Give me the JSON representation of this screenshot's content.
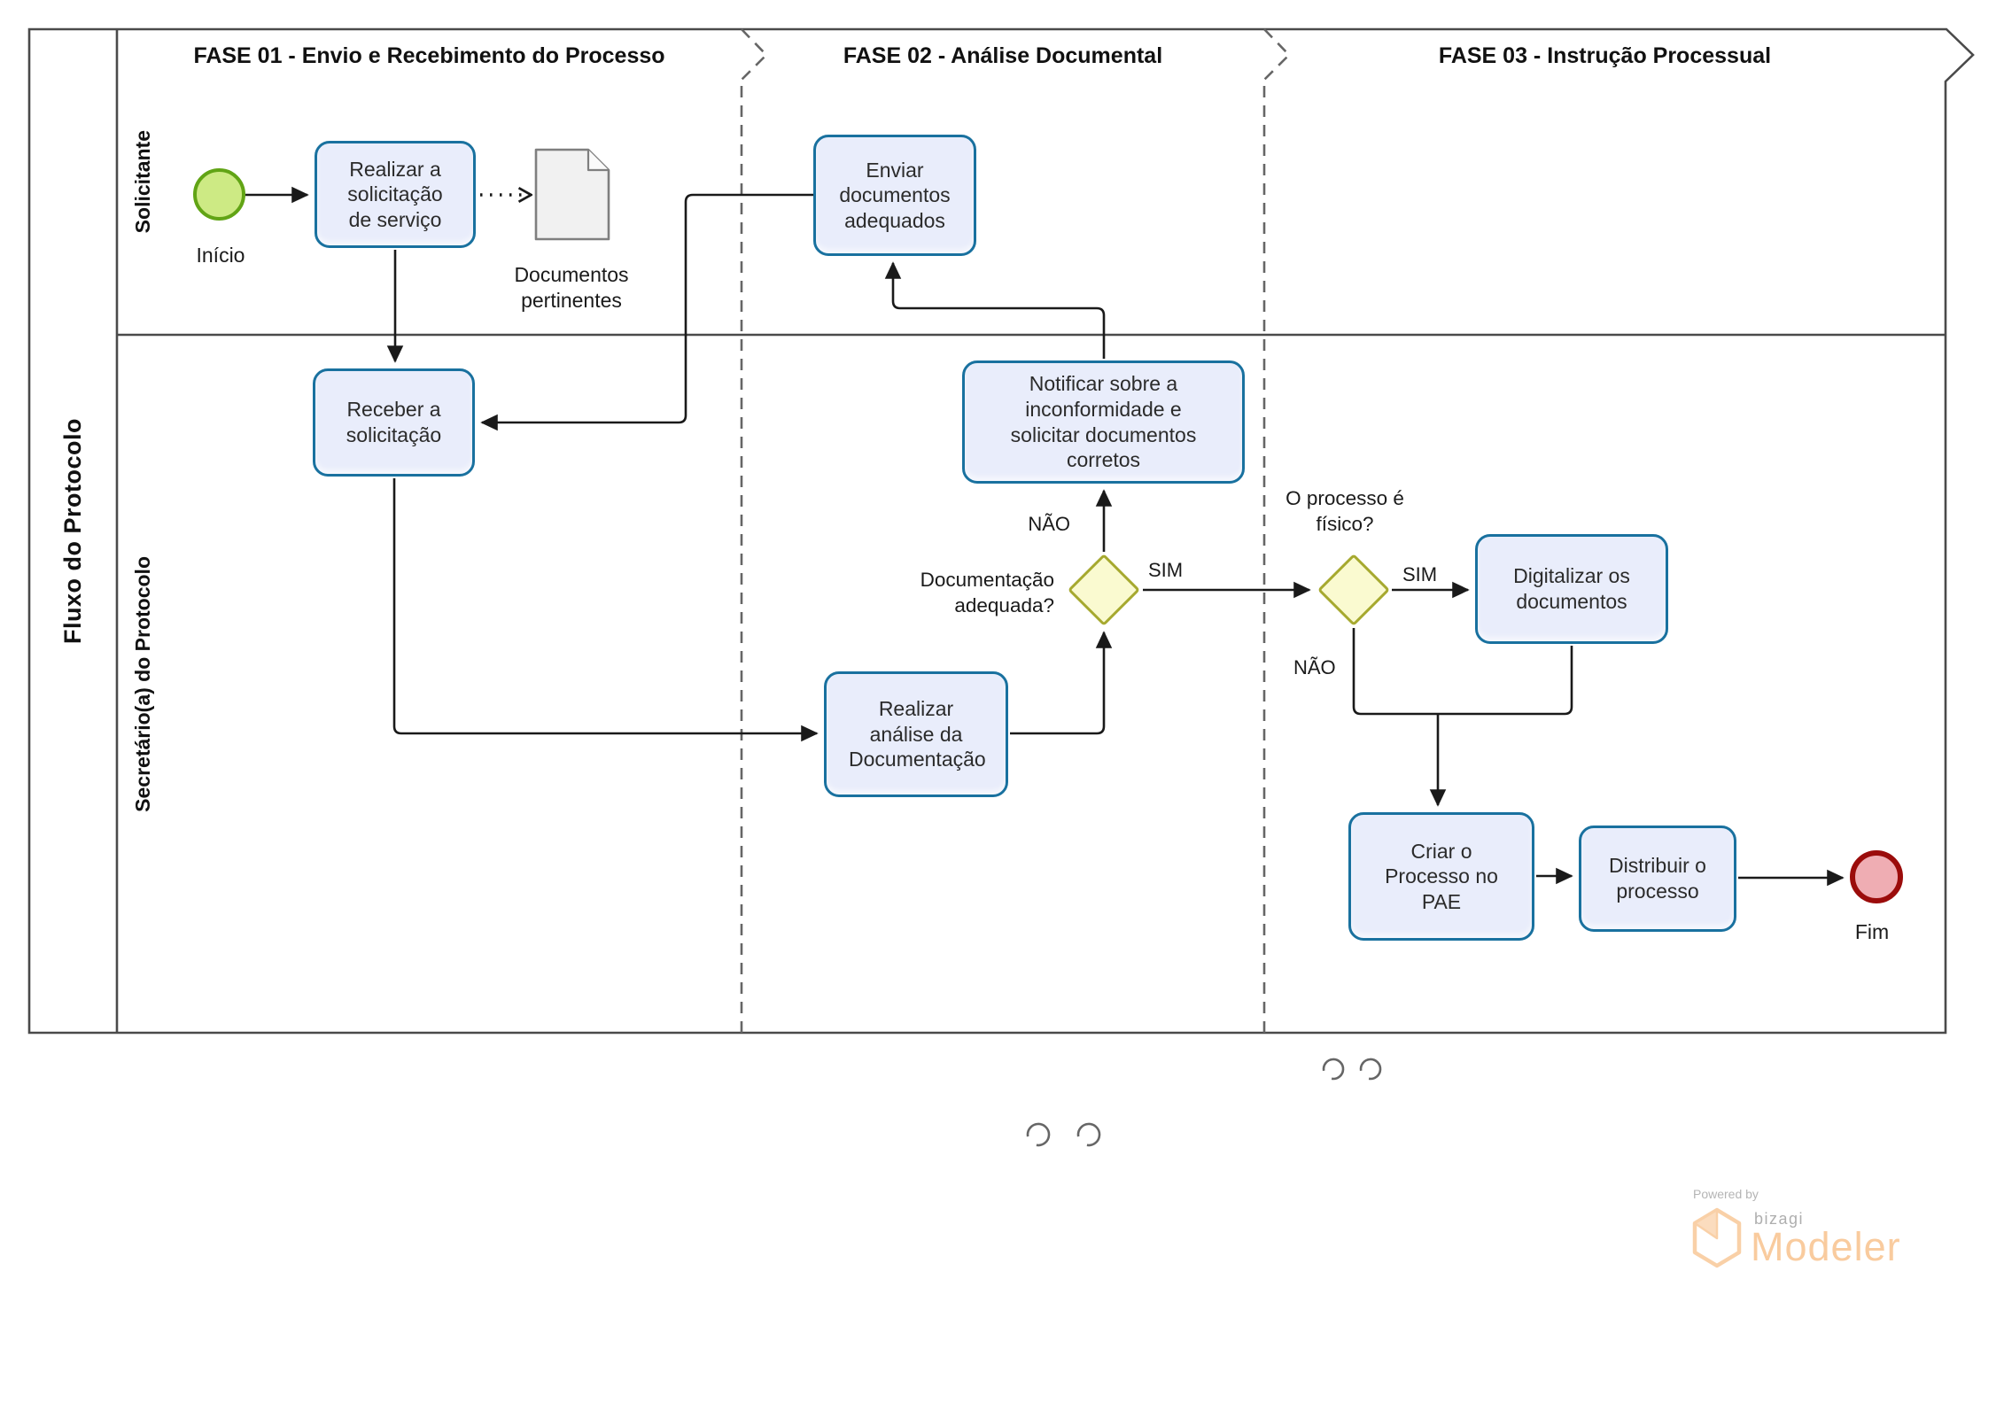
{
  "pool": {
    "label": "Fluxo do Protocolo"
  },
  "lanes": [
    {
      "label": "Solicitante"
    },
    {
      "label": "Secretário(a) do Protocolo"
    }
  ],
  "phases": [
    {
      "label": "FASE 01 - Envio e Recebimento do Processo"
    },
    {
      "label": "FASE 02 - Análise Documental"
    },
    {
      "label": "FASE 03 - Instrução Processual"
    }
  ],
  "events": {
    "start": {
      "label": "Início"
    },
    "end": {
      "label": "Fim"
    }
  },
  "tasks": {
    "realizar_solicitacao": {
      "label": "Realizar a solicitação de serviço"
    },
    "enviar_documentos": {
      "label": "Enviar documentos adequados"
    },
    "receber_solicitacao": {
      "label": "Receber a solicitação"
    },
    "notificar_inconformidade": {
      "label": "Notificar sobre a inconformidade e solicitar documentos corretos"
    },
    "realizar_analise": {
      "label": "Realizar análise da Documentação"
    },
    "digitalizar_documentos": {
      "label": "Digitalizar os documentos"
    },
    "criar_processo": {
      "label": "Criar o Processo no PAE"
    },
    "distribuir_processo": {
      "label": "Distribuir o processo"
    }
  },
  "artifacts": {
    "documentos_pertinentes": {
      "label": "Documentos pertinentes"
    }
  },
  "gateways": {
    "documentacao_adequada": {
      "question": "Documentação adequada?",
      "yes": "SIM",
      "no": "NÃO"
    },
    "processo_fisico": {
      "question": "O processo é físico?",
      "yes": "SIM",
      "no": "NÃO"
    }
  },
  "icons": {
    "document": "document-artifact-icon",
    "loop_arcs": "open-circle-arc-icon",
    "logo_cube": "bizagi-hexagon-icon"
  },
  "watermark": {
    "powered_by": "Powered by",
    "brand": "bizagi",
    "product": "Modeler"
  },
  "colors": {
    "task_fill": "#e9edfb",
    "task_border": "#19719f",
    "gateway_fill": "#fafad0",
    "gateway_border": "#a6a92f",
    "start_fill": "#cdea84",
    "start_border": "#61a415",
    "end_fill": "#efadb3",
    "end_border": "#9b0c0b",
    "line": "#1a1a1a",
    "frame": "#4a4a4a",
    "watermark_orange": "#f9cb9e",
    "watermark_gray": "#9b9b9b"
  }
}
